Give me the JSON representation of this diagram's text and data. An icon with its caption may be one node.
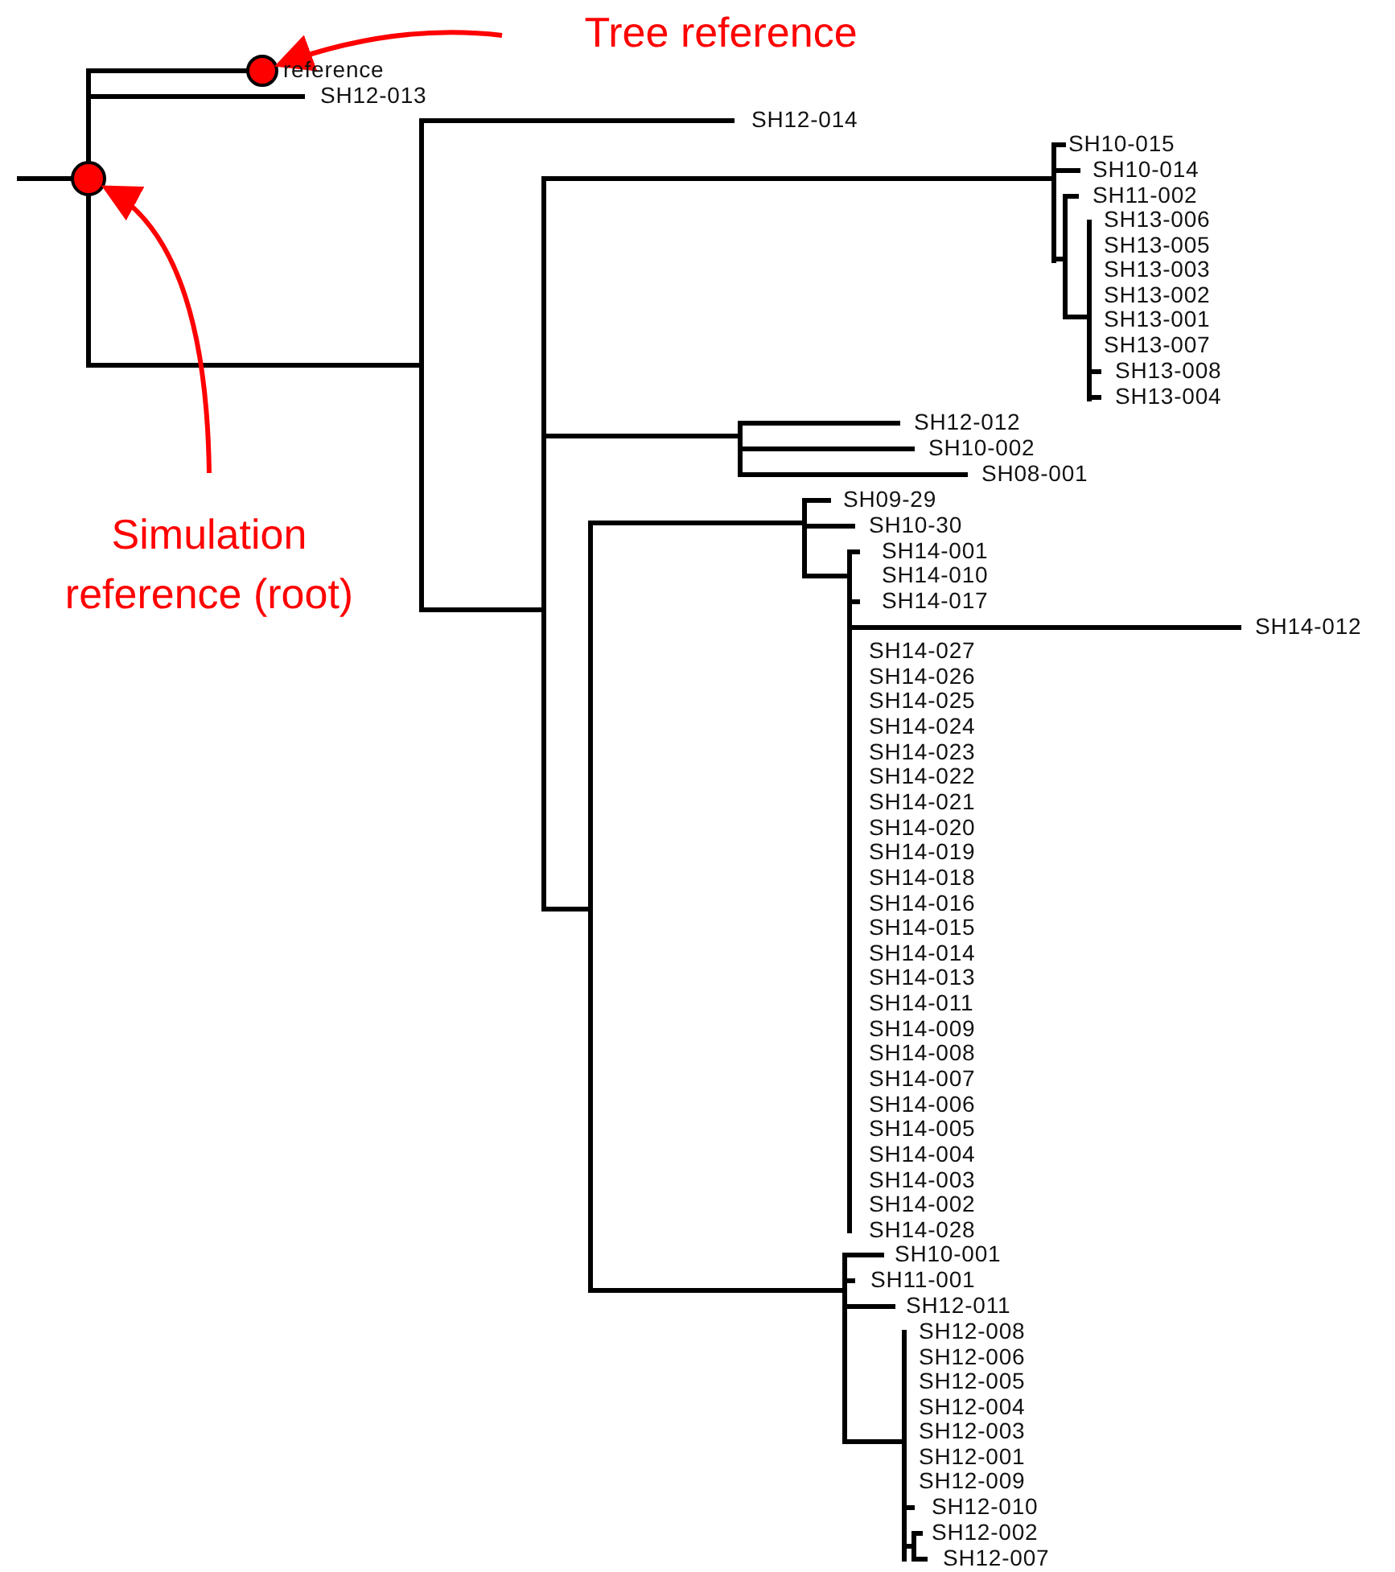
{
  "diagram": {
    "nodes": [
      {
        "text": [
          "Tree reference"
        ]
      },
      {
        "text": [],
        "shape": "circle",
        "beside": [
          "reference"
        ]
      },
      {
        "text": [
          "Simulation reference (root)"
        ]
      },
      {
        "text": [],
        "shape": "circle"
      }
    ],
    "edges": [
      {
        "from": 0,
        "to": 1,
        "arrow": "to",
        "color": "#ff0000"
      },
      {
        "from": 2,
        "to": 3,
        "arrow": "to",
        "color": "#ff0000"
      }
    ],
    "labels": [
      "SH12-013",
      "SH12-014",
      "SH10-015",
      "SH10-014",
      "SH11-002",
      "SH13-006",
      "SH13-005",
      "SH13-003",
      "SH13-002",
      "SH13-001",
      "SH13-007",
      "SH13-008",
      "SH13-004",
      "SH12-012",
      "SH10-002",
      "SH08-001",
      "SH09-29",
      "SH10-30",
      "SH14-001",
      "SH14-010",
      "SH14-017",
      "SH14-012",
      "SH14-027",
      "SH14-026",
      "SH14-025",
      "SH14-024",
      "SH14-023",
      "SH14-022",
      "SH14-021",
      "SH14-020",
      "SH14-019",
      "SH14-018",
      "SH14-016",
      "SH14-015",
      "SH14-014",
      "SH14-013",
      "SH14-011",
      "SH14-009",
      "SH14-008",
      "SH14-007",
      "SH14-006",
      "SH14-005",
      "SH14-004",
      "SH14-003",
      "SH14-002",
      "SH14-028",
      "SH10-001",
      "SH11-001",
      "SH12-011",
      "SH12-008",
      "SH12-006",
      "SH12-005",
      "SH12-004",
      "SH12-003",
      "SH12-001",
      "SH12-009",
      "SH12-010",
      "SH12-002",
      "SH12-007"
    ]
  }
}
